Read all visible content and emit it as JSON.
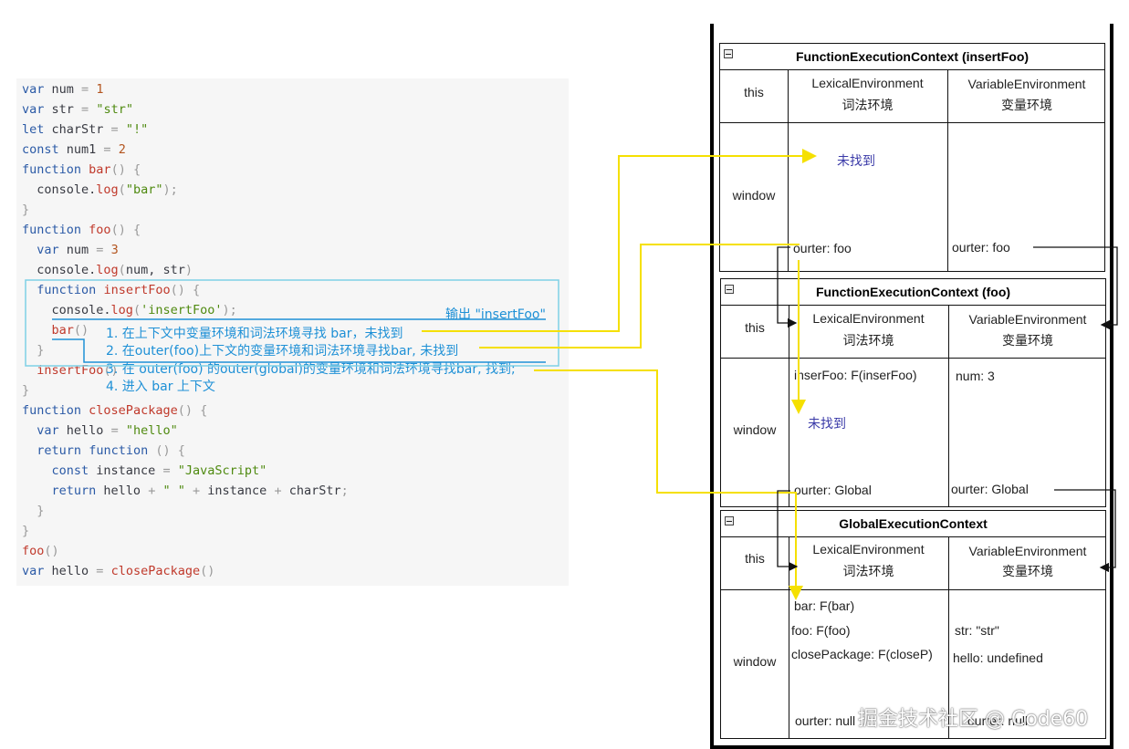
{
  "code": {
    "lines": [
      "var num = 1",
      "var str = \"str\"",
      "let charStr = \"!\"",
      "const num1 = 2",
      "function bar() {",
      "  console.log(\"bar\");",
      "}",
      "function foo() {",
      "  var num = 3",
      "  console.log(num, str)",
      "  function insertFoo() {",
      "    console.log('insertFoo');",
      "    bar()",
      "  }",
      "  insertFoo()",
      "}",
      "function closePackage() {",
      "  var hello = \"hello\"",
      "  return function () {",
      "    const instance = \"JavaScript\"",
      "    return hello + \" \" + instance + charStr;",
      "  }",
      "}",
      "foo()",
      "var hello = closePackage()"
    ]
  },
  "annotations": {
    "output": "输出 \"insertFoo\"",
    "step1": "1. 在上下文中变量环境和词法环境寻找 bar，未找到",
    "step2": "2. 在outer(foo)上下文的变量环境和词法环境寻找bar, 未找到",
    "step3": "3. 在 outer(foo) 的outer(global)的变量环境和词法环境寻找bar, 找到;",
    "step4": "4. 进入 bar 上下文"
  },
  "contexts": {
    "insertFoo": {
      "title": "FunctionExecutionContext (insertFoo)",
      "this_label": "this",
      "lexical_label": "LexicalEnvironment",
      "lexical_cn": "词法环境",
      "variable_label": "VariableEnvironment",
      "variable_cn": "变量环境",
      "window_label": "window",
      "not_found": "未找到",
      "lex_outer": "ourter: foo",
      "var_outer": "ourter: foo"
    },
    "foo": {
      "title": "FunctionExecutionContext (foo)",
      "this_label": "this",
      "lexical_label": "LexicalEnvironment",
      "lexical_cn": "词法环境",
      "variable_label": "VariableEnvironment",
      "variable_cn": "变量环境",
      "window_label": "window",
      "lex_entry": "inserFoo: F(inserFoo)",
      "var_entry": "num: 3",
      "not_found": "未找到",
      "lex_outer": "ourter: Global",
      "var_outer": "ourter: Global"
    },
    "global": {
      "title": "GlobalExecutionContext",
      "this_label": "this",
      "lexical_label": "LexicalEnvironment",
      "lexical_cn": "词法环境",
      "variable_label": "VariableEnvironment",
      "variable_cn": "变量环境",
      "window_label": "window",
      "lex_bar": "bar: F(bar)",
      "lex_foo": "foo: F(foo)",
      "lex_close": "closePackage: F(closeP)",
      "var_str": "str: \"str\"",
      "var_hello": "hello: undefined",
      "lex_outer": "ourter: null",
      "var_outer": "ourter: null"
    }
  },
  "watermark": "掘金技术社区 @ Code60",
  "colors": {
    "arrow_yellow": "#f5e000",
    "annotation_blue": "#1e90d6",
    "notfound_blue": "#3a3aa8"
  }
}
